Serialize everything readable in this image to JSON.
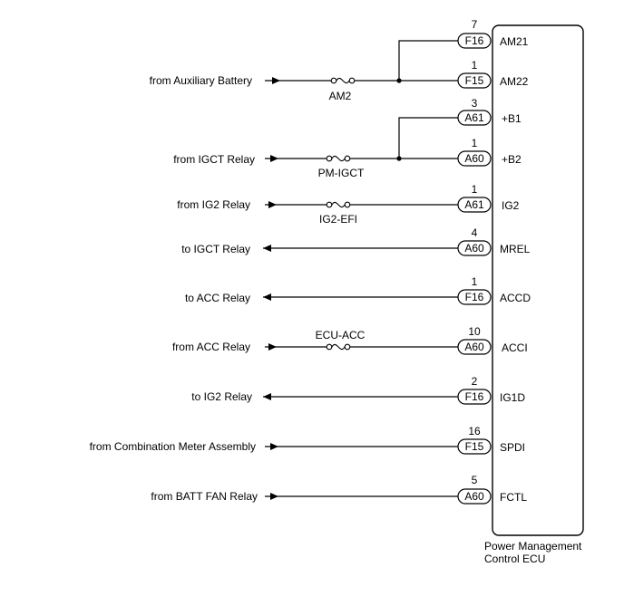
{
  "ecu": {
    "label_line1": "Power Management",
    "label_line2": "Control ECU"
  },
  "fuses": {
    "am2": "AM2",
    "pm_igct": "PM-IGCT",
    "ig2_efi": "IG2-EFI",
    "ecu_acc": "ECU-ACC"
  },
  "pins": [
    {
      "pin_no": "7",
      "connector": "F16",
      "terminal": "AM21"
    },
    {
      "pin_no": "1",
      "connector": "F15",
      "terminal": "AM22"
    },
    {
      "pin_no": "3",
      "connector": "A61",
      "terminal": "+B1"
    },
    {
      "pin_no": "1",
      "connector": "A60",
      "terminal": "+B2"
    },
    {
      "pin_no": "1",
      "connector": "A61",
      "terminal": "IG2"
    },
    {
      "pin_no": "4",
      "connector": "A60",
      "terminal": "MREL"
    },
    {
      "pin_no": "1",
      "connector": "F16",
      "terminal": "ACCD"
    },
    {
      "pin_no": "10",
      "connector": "A60",
      "terminal": "ACCI"
    },
    {
      "pin_no": "2",
      "connector": "F16",
      "terminal": "IG1D"
    },
    {
      "pin_no": "16",
      "connector": "F15",
      "terminal": "SPDI"
    },
    {
      "pin_no": "5",
      "connector": "A60",
      "terminal": "FCTL"
    }
  ],
  "sources": {
    "auxiliary_battery": "from Auxiliary Battery",
    "igct_relay_in": "from IGCT Relay",
    "ig2_relay_in": "from IG2 Relay",
    "igct_relay_out": "to IGCT Relay",
    "acc_relay_out": "to ACC Relay",
    "acc_relay_in": "from ACC Relay",
    "ig2_relay_out": "to IG2 Relay",
    "combination_meter": "from Combination Meter Assembly",
    "batt_fan_relay": "from BATT FAN Relay"
  }
}
